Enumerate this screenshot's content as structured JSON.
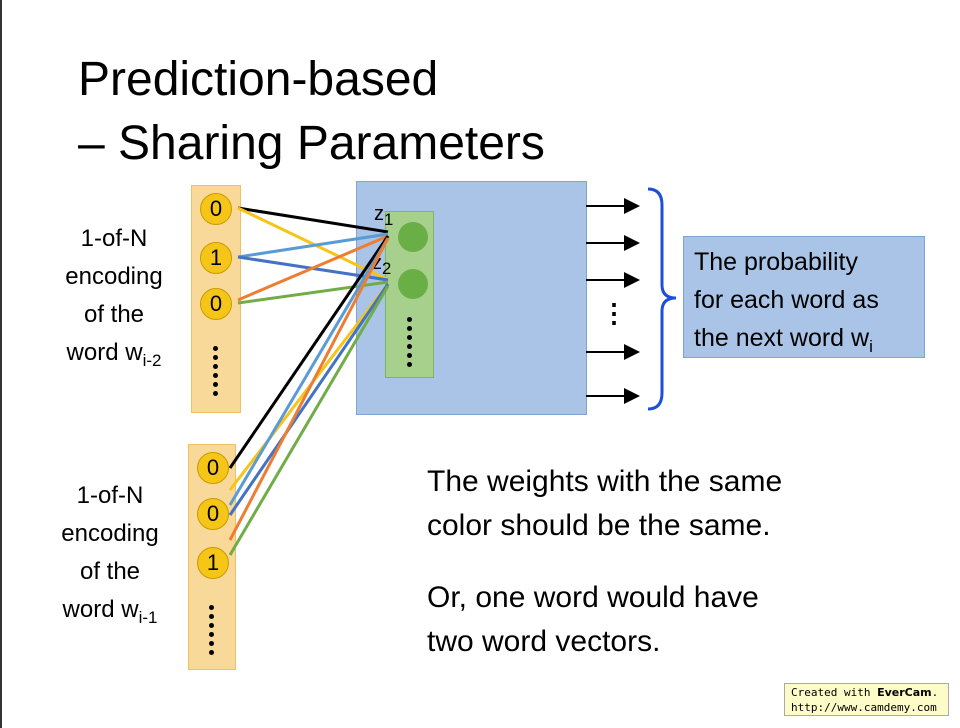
{
  "title": {
    "line1": "Prediction-based",
    "line2": "– Sharing Parameters"
  },
  "input1": {
    "l1": "1-of-N",
    "l2": "encoding",
    "l3": "of the",
    "l4": "word w",
    "sub": "i-2",
    "values": [
      "0",
      "1",
      "0"
    ]
  },
  "input2": {
    "l1": "1-of-N",
    "l2": "encoding",
    "l3": "of the",
    "l4": "word w",
    "sub": "i-1",
    "values": [
      "0",
      "0",
      "1"
    ]
  },
  "hidden": {
    "z1": "z",
    "z1sub": "1",
    "z2": "z",
    "z2sub": "2"
  },
  "output": {
    "ellipsis": "⋮",
    "prob_l1": "The probability",
    "prob_l2": "for each word as",
    "prob_l3": "the next word w",
    "prob_sub": "i"
  },
  "notes": {
    "n1": "The weights with the same",
    "n2": "color should be the same.",
    "n3": "Or, one word would have",
    "n4": "two word vectors."
  },
  "watermark": {
    "l1a": "Created with ",
    "l1b": "EverCam",
    "l1c": ".",
    "l2": "http://www.camdemy.com"
  },
  "colors": {
    "black": "#000000",
    "yellow": "#f5c518",
    "lightblue": "#5b9bd5",
    "blue": "#4472c4",
    "orange": "#ed7d31",
    "green": "#70ad47"
  }
}
